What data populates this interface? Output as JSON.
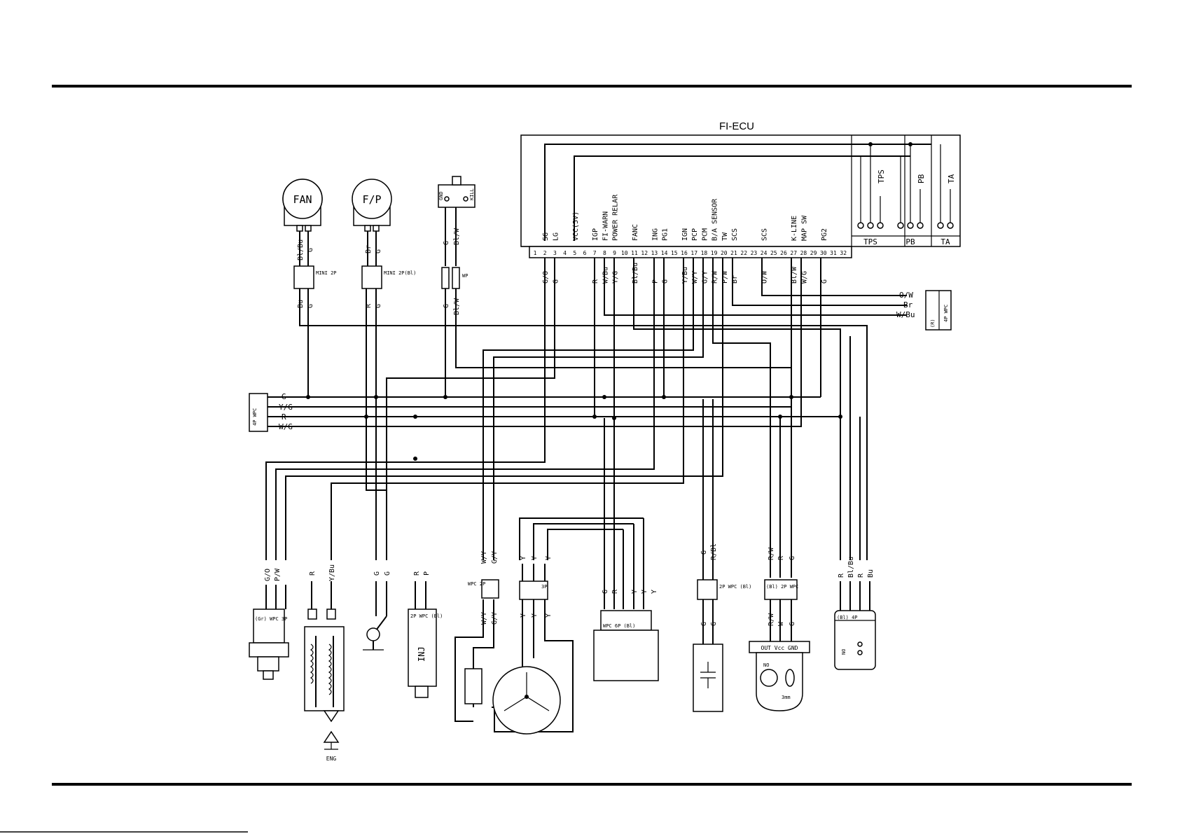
{
  "ecu": {
    "title": "FI-ECU",
    "pin_labels": [
      "SG",
      "LG",
      "VCC(5V)",
      "IGP",
      "FI-WARN",
      "POWER RELAR",
      "FANC",
      "ING",
      "PG1",
      "IGN",
      "PCP",
      "PCM",
      "B/A SENSOR",
      "TW",
      "SCS",
      "SCS",
      "K-LINE",
      "MAP SW",
      "PG2"
    ],
    "pin_numbers": [
      "1",
      "2",
      "3",
      "4",
      "5",
      "6",
      "7",
      "8",
      "9",
      "10",
      "11",
      "12",
      "13",
      "14",
      "15",
      "16",
      "17",
      "18",
      "19",
      "20",
      "21",
      "22",
      "23",
      "24",
      "25",
      "26",
      "27",
      "28",
      "29",
      "30",
      "31",
      "32"
    ],
    "sensor_labels": [
      "TPS",
      "PB",
      "TA"
    ],
    "sensor_box_labels": [
      "TPS",
      "PB",
      "TA"
    ],
    "wire_colors": [
      "G/O",
      "G",
      "R",
      "W/Bu",
      "Y/G",
      "Bl/Bu",
      "P",
      "G",
      "Y/Bu",
      "W/Y",
      "G/Y",
      "R/W",
      "P/W",
      "Br",
      "O/W",
      "Bl/W",
      "W/G",
      "G"
    ]
  },
  "components": {
    "fan": {
      "label": "FAN",
      "wires_top": [
        "Bl/Bu",
        "G"
      ],
      "connector": "MINI 2P",
      "wires_bottom": [
        "Bu",
        "G"
      ]
    },
    "fuel_pump": {
      "label": "F/P",
      "wires_top": [
        "Br",
        "G"
      ],
      "connector": "MINI 2P(Bl)",
      "wires_bottom": [
        "R",
        "G"
      ]
    },
    "kill_switch": {
      "labels": [
        "GND",
        "KILL"
      ],
      "wires_top": [
        "G",
        "Bl/W"
      ],
      "connector": "WP",
      "wires_bottom": [
        "G",
        "Bl/W"
      ]
    },
    "left_connector": {
      "label": "4P WPC",
      "wires": [
        "G",
        "Y/G",
        "R",
        "W/G"
      ]
    },
    "right_connector": {
      "label": "4P WPC",
      "sub": "(R)",
      "wires": [
        "O/W",
        "Br",
        "W/Bu"
      ]
    },
    "map_sensor": {
      "wires": [
        "G/O",
        "P/W"
      ],
      "connector": "(Gr) WPC 3P"
    },
    "coil": {
      "wires": [
        "R",
        "Y/Bu"
      ],
      "label": "ENG"
    },
    "ground": {
      "wires": [
        "G",
        "G"
      ]
    },
    "injector": {
      "wires": [
        "R",
        "P"
      ],
      "connector": "2P WPC (Bl)",
      "label": "INJ"
    },
    "pulser": {
      "wires_top": [
        "W/Y",
        "G/Y"
      ],
      "connector": "WPC 2P",
      "wires_bottom": [
        "W/Y",
        "G/Y"
      ]
    },
    "stator": {
      "wires_top": [
        "Y",
        "Y",
        "Y"
      ],
      "connector": "3P",
      "wires_bottom": [
        "Y",
        "Y",
        "Y"
      ]
    },
    "regulator": {
      "wires": [
        "G",
        "R",
        "Y",
        "Y",
        "Y"
      ],
      "connector": "WPC 6P (Bl)"
    },
    "capacitor": {
      "wires_top": [
        "G",
        "R/Bl"
      ],
      "connector": "2P WPC (Bl)",
      "wires_bottom": [
        "G",
        "G"
      ]
    },
    "tilt_sensor": {
      "wires_top": [
        "R/W",
        "R",
        "G"
      ],
      "connector": "(Bl) 2P WPC",
      "wires_bottom": [
        "R/W",
        "W",
        "G"
      ],
      "terminals": "OUT Vcc GND",
      "labels": [
        "NO",
        "3mm"
      ]
    },
    "right_switch": {
      "wires": [
        "R",
        "Bl/Bu",
        "R",
        "Bu"
      ],
      "connector": "(Bl) 4P",
      "label": "NO"
    }
  }
}
